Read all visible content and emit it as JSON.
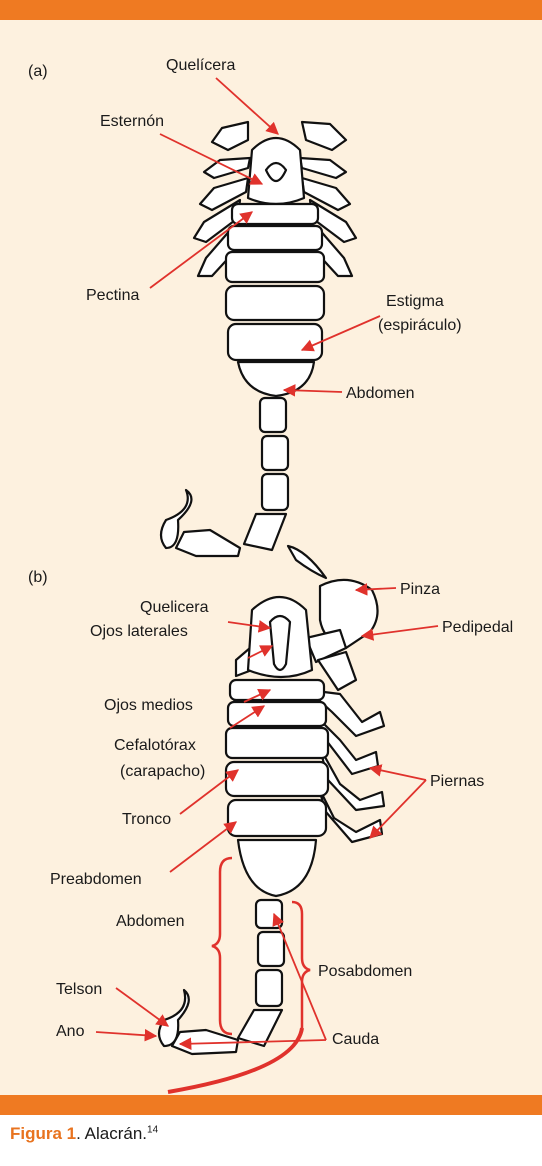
{
  "colors": {
    "bar": "#ef7a22",
    "background": "#fdf1df",
    "arrow": "#e0322c",
    "caption_accent": "#e8731f"
  },
  "panel_a": {
    "tag": "(a)",
    "labels": {
      "quelicera": "Quelícera",
      "esternon": "Esternón",
      "pectina": "Pectina",
      "estigma": "Estigma",
      "espiraculo": "(espiráculo)",
      "abdomen": "Abdomen"
    }
  },
  "panel_b": {
    "tag": "(b)",
    "labels": {
      "pinza": "Pinza",
      "quelicera": "Quelicera",
      "pedipedal": "Pedipedal",
      "ojos_laterales": "Ojos laterales",
      "ojos_medios": "Ojos medios",
      "cefalotorax": "Cefalotórax",
      "carapacho": "(carapacho)",
      "piernas": "Piernas",
      "tronco": "Tronco",
      "preabdomen": "Preabdomen",
      "abdomen": "Abdomen",
      "posabdomen": "Posabdomen",
      "telson": "Telson",
      "ano": "Ano",
      "cauda": "Cauda"
    }
  },
  "caption": {
    "label": "Figura 1",
    "separator": ". ",
    "text": "Alacrán.",
    "ref": "14"
  }
}
